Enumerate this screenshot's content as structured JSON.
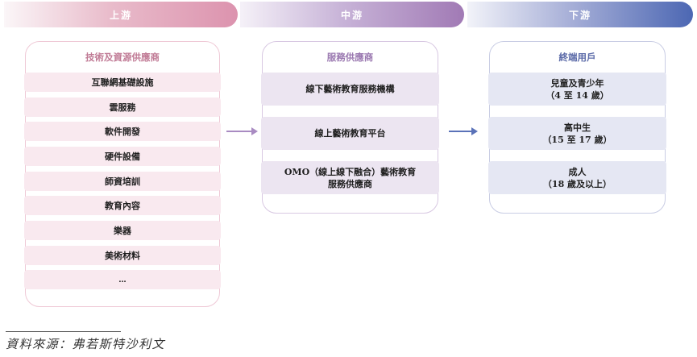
{
  "stages": {
    "upstream": "上游",
    "midstream": "中游",
    "downstream": "下游"
  },
  "upstream_panel": {
    "title": "技術及資源供應商",
    "items": [
      "互聯網基礎設施",
      "雲服務",
      "軟件開發",
      "硬件設備",
      "師資培訓",
      "教育內容",
      "樂器",
      "美術材料",
      "..."
    ]
  },
  "midstream_panel": {
    "title": "服務供應商",
    "items": [
      {
        "line1": "線下藝術教育服務機構",
        "line2": ""
      },
      {
        "line1": "線上藝術教育平台",
        "line2": ""
      },
      {
        "line1": "OMO（線上線下融合）藝術教育",
        "line2": "服務供應商"
      }
    ]
  },
  "downstream_panel": {
    "title": "終端用戶",
    "items": [
      {
        "line1": "兒童及青少年",
        "line2": "（4 至 14 歲）"
      },
      {
        "line1": "高中生",
        "line2": "（15 至 17 歲）"
      },
      {
        "line1": "成人",
        "line2": "（18 歲及以上）"
      }
    ]
  },
  "colors": {
    "upstream": "#dc93ae",
    "midstream": "#a17ab5",
    "downstream": "#4c67b3"
  },
  "source": "資料來源：弗若斯特沙利文"
}
